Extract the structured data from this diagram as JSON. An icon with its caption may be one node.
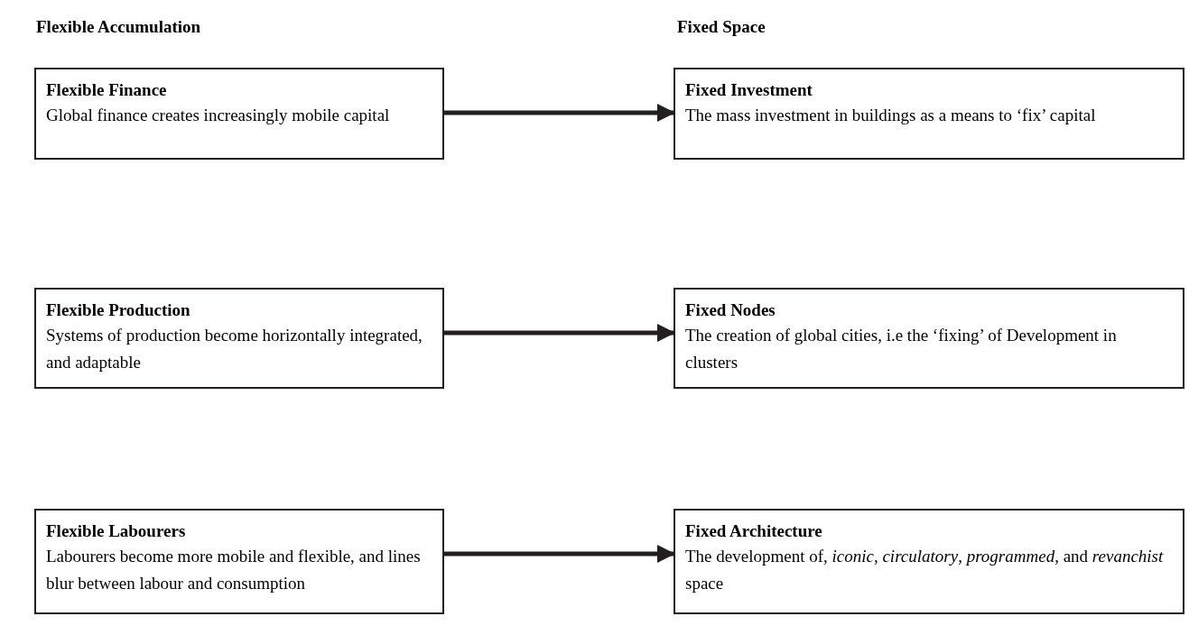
{
  "diagram": {
    "nodes": [
      {
        "text": [
          "Flexible Finance",
          "Global finance creates increasingly mobile capital"
        ]
      },
      {
        "text": [
          "Fixed Investment",
          "The mass investment in buildings as a means to ‘fix’ capital"
        ]
      },
      {
        "text": [
          "Flexible Production",
          "Systems of production become horizontally integrated, and adaptable"
        ]
      },
      {
        "text": [
          "Fixed Nodes",
          "The creation of global cities, i.e the ‘fixing’ of Development in clusters"
        ]
      },
      {
        "text": [
          "Flexible Labourers",
          "Labourers become more mobile and flexible, and lines blur between labour and consumption"
        ]
      },
      {
        "text": [
          "Fixed Architecture",
          "The development of, *iconic, circulatory*, *programmed*, and *revanchist* space"
        ]
      }
    ],
    "edges": [
      {
        "from": 0,
        "to": 1,
        "arrow": "to"
      },
      {
        "from": 2,
        "to": 3,
        "arrow": "to"
      },
      {
        "from": 4,
        "to": 5,
        "arrow": "to"
      }
    ],
    "labels": [
      "Flexible Accumulation",
      "Fixed Space"
    ]
  }
}
